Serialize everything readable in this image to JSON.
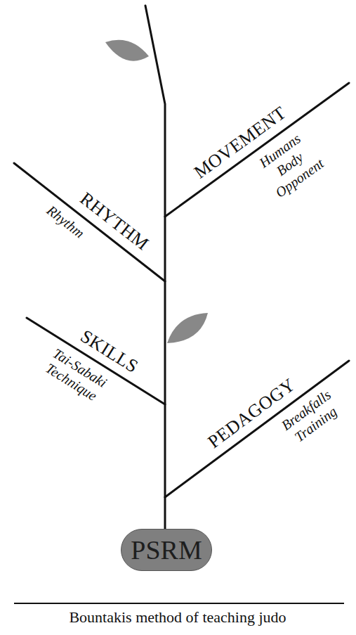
{
  "diagram": {
    "caption": "Bountakis method of teaching judo",
    "nodes": [
      {
        "text": [
          "PSRM"
        ]
      }
    ],
    "labels": [
      "MOVEMENT",
      "Humans",
      "Body",
      "Opponent",
      "RHYTHM",
      "Rhythm",
      "SKILLS",
      "Tai-Sabaki",
      "Technique",
      "PEDAGOGY",
      "Breakfalls",
      "Training"
    ]
  }
}
